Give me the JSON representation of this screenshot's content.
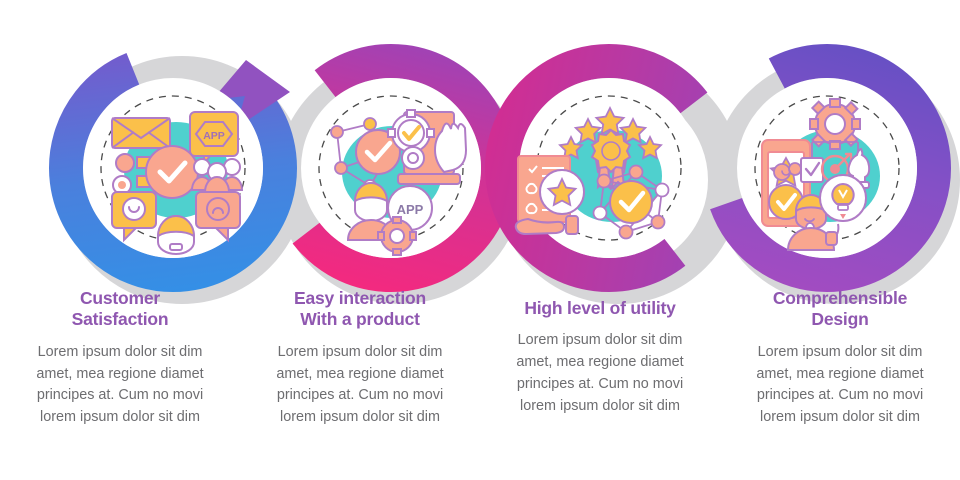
{
  "meta": {
    "layout": "four-step looping ribbon infographic",
    "background": "#ffffff"
  },
  "palette": {
    "ring1_start": "#2f93e8",
    "ring1_end": "#7d53c9",
    "ring2_start": "#f5297e",
    "ring2_end": "#9b44b8",
    "ring3_start": "#d62b8f",
    "ring3_end": "#9b44b8",
    "ring4_start": "#a84bc0",
    "ring4_end": "#6050c4",
    "gray_ring": "#d4d4d6",
    "title_color": "#8f57b0",
    "body_color": "#6d6d70",
    "icon_teal": "#4fd0ce",
    "icon_salmon": "#f9a68f",
    "icon_yellow": "#fbc04a",
    "icon_outline": "#b07cc6",
    "icon_pink_line": "#f08b93",
    "icon_white": "#ffffff"
  },
  "steps": [
    {
      "index": 1,
      "title": "Customer\nSatisfaction",
      "body": "Lorem ipsum dolor sit dim\namet, mea regione diamet\nprincipes at. Cum no movi\nlorem ipsum dolor sit dim",
      "ring_colors": [
        "#2f93e8",
        "#7d53c9"
      ],
      "has_arrow_head": true,
      "icon_name": "customer-satisfaction-icon",
      "icon_elements": [
        "envelope",
        "app-badge",
        "check-circle",
        "people-group",
        "smiley-speech-bubble",
        "sad-speech-bubble",
        "person-head",
        "rating-dots"
      ]
    },
    {
      "index": 2,
      "title": "Easy interaction\nWith a product",
      "body": "Lorem ipsum dolor sit dim\namet, mea regione diamet\nprincipes at. Cum no movi\nlorem ipsum dolor sit dim",
      "ring_colors": [
        "#f5297e",
        "#9b44b8"
      ],
      "has_arrow_head": false,
      "icon_name": "easy-interaction-icon",
      "icon_elements": [
        "network-nodes",
        "check-circle",
        "gear-check-tablet",
        "hand-pointer",
        "person-head",
        "app-bubble",
        "gear"
      ]
    },
    {
      "index": 3,
      "title": "High level of utility",
      "body": "Lorem ipsum dolor sit dim\namet, mea regione diamet\nprincipes at. Cum no movi\nlorem ipsum dolor sit dim",
      "ring_colors": [
        "#d62b8f",
        "#9b44b8"
      ],
      "has_arrow_head": false,
      "icon_name": "high-utility-icon",
      "icon_elements": [
        "five-stars",
        "award-ribbon",
        "checklist-document",
        "star-badge",
        "hand",
        "hex-network-check"
      ]
    },
    {
      "index": 4,
      "title": "Comprehensible\nDesign",
      "body": "Lorem ipsum dolor sit dim\namet, mea regione diamet\nprincipes at. Cum no movi\nlorem ipsum dolor sit dim",
      "ring_colors": [
        "#a84bc0",
        "#6050c4"
      ],
      "has_arrow_head": true,
      "icon_name": "comprehensible-design-icon",
      "icon_elements": [
        "smartphone-star",
        "check-circle",
        "gear",
        "checkbox",
        "target",
        "chess-knight",
        "person-idea",
        "lightbulb-bubble"
      ]
    }
  ]
}
